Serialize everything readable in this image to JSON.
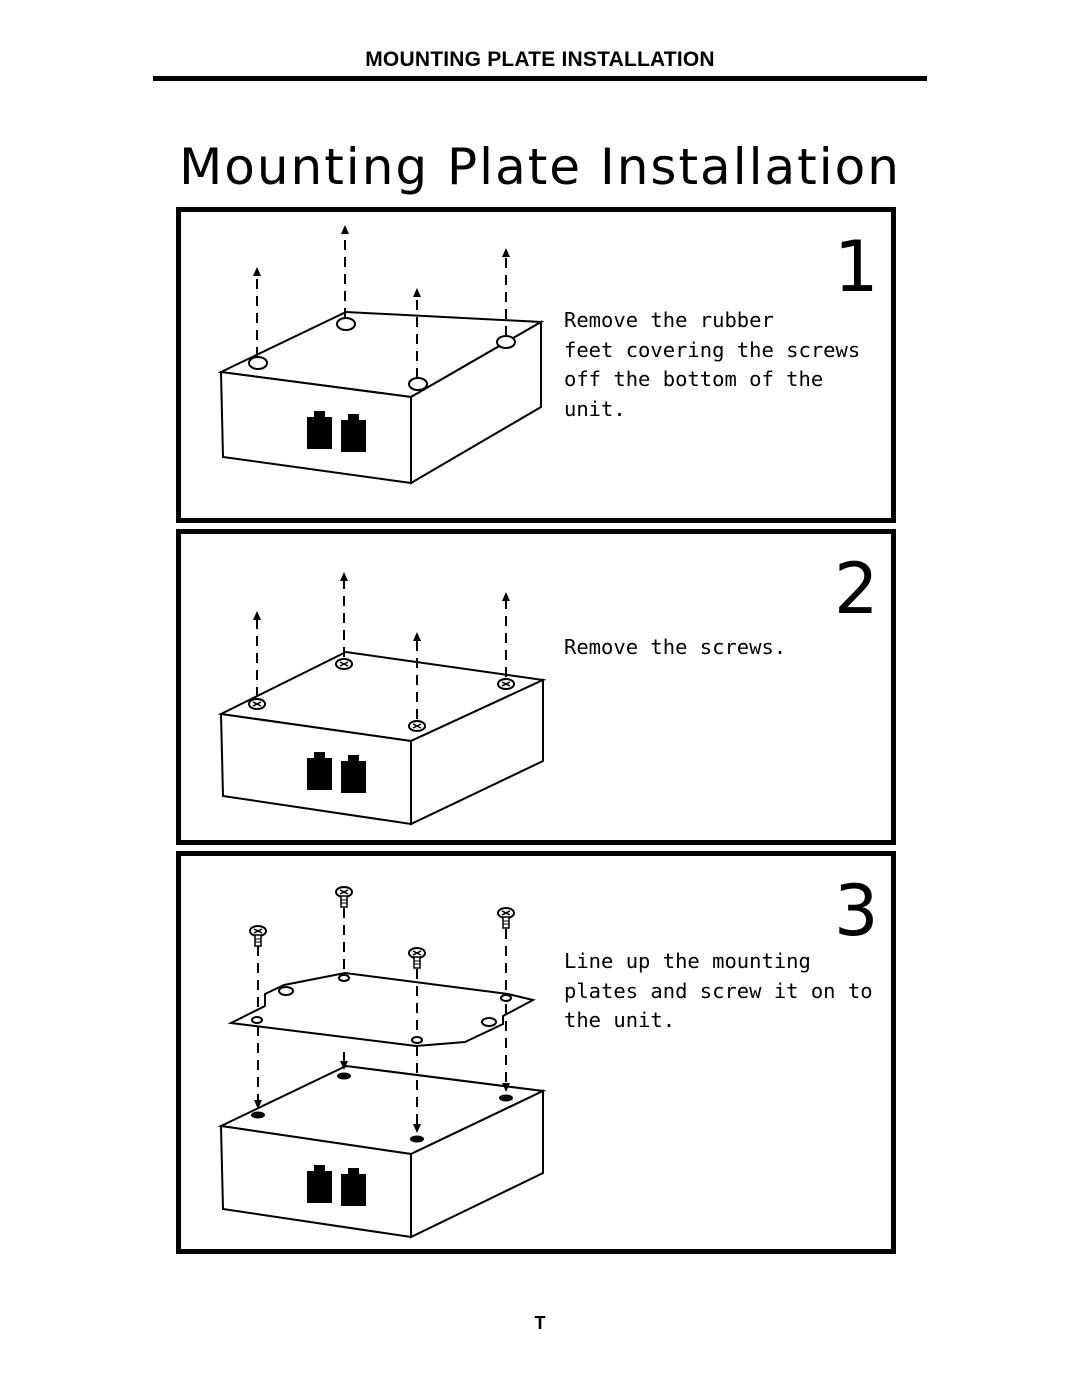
{
  "header": {
    "section_heading": "MOUNTING PLATE INSTALLATION"
  },
  "title": "Mounting Plate Installation",
  "steps": [
    {
      "number": "1",
      "text": "Remove the rubber\nfeet covering the screws\noff the bottom of the\nunit."
    },
    {
      "number": "2",
      "text": "Remove the screws."
    },
    {
      "number": "3",
      "text": "Line up the mounting\nplates and screw it on to\nthe unit."
    }
  ],
  "footer": {
    "page_marker": "T"
  }
}
